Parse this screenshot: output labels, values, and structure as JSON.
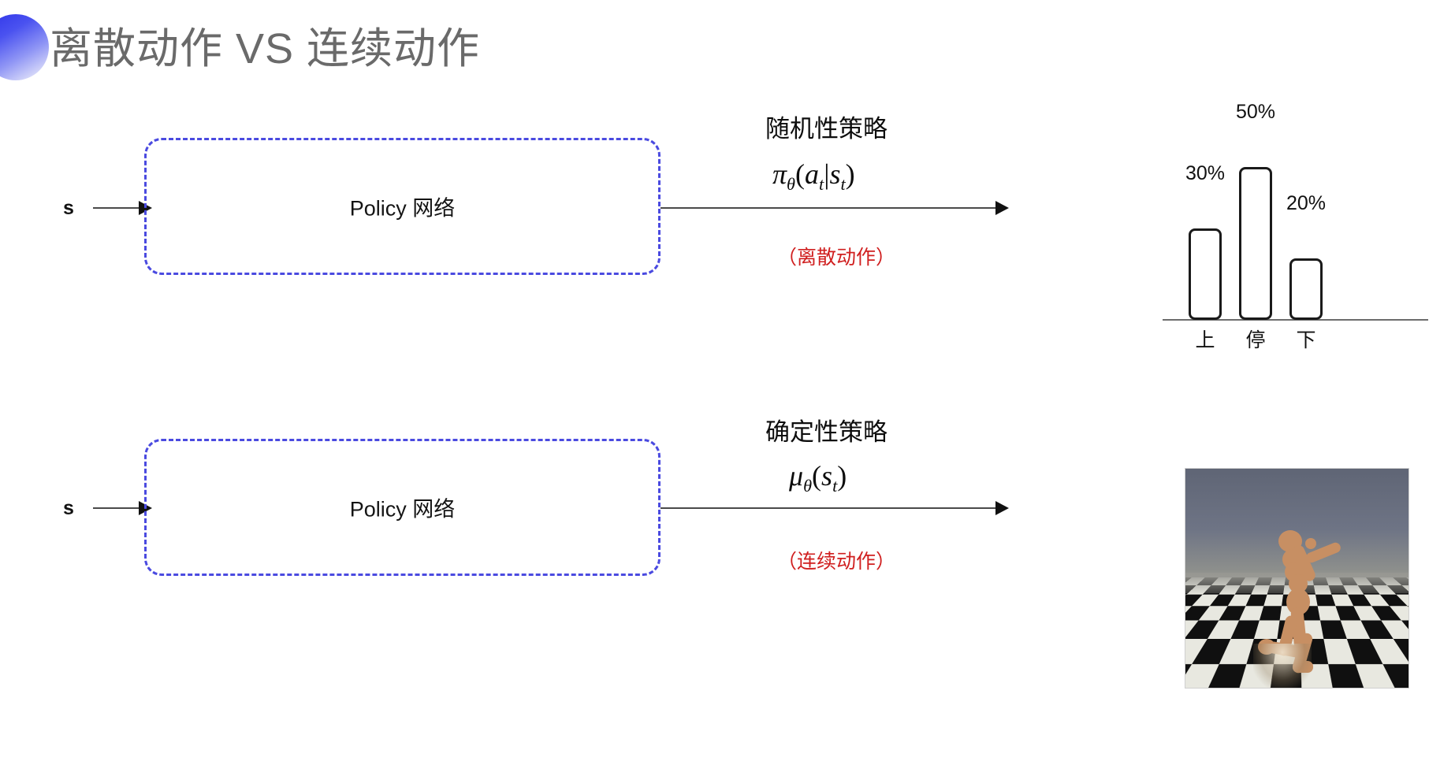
{
  "title": {
    "text": "离散动作 VS 连续动作",
    "decoration_icon": "half-circle-gradient-icon",
    "color": "#6a6a6a"
  },
  "colors": {
    "title_text": "#6a6a6a",
    "accent_blue": "#4a4ae0",
    "decoration_gradient_start": "#2d33e8",
    "decoration_gradient_end": "#ebecfc",
    "red_note": "#d01f1f",
    "arrow": "#4a4a4a",
    "bar_outline": "#1a1a1a"
  },
  "rows": [
    {
      "id": "discrete",
      "state_label": "s",
      "box_label": "Policy 网络",
      "policy_name": "随机性策略",
      "formula": {
        "head": "π",
        "head_sub": "θ",
        "open": "(",
        "arg": "a",
        "arg_sub": "t",
        "bar": "|",
        "cond": "s",
        "cond_sub": "t",
        "close": ")",
        "plain": "πθ(at|st)"
      },
      "note": "（离散动作）",
      "output_type": "bar-chart"
    },
    {
      "id": "continuous",
      "state_label": "s",
      "box_label": "Policy 网络",
      "policy_name": "确定性策略",
      "formula": {
        "head": "μ",
        "head_sub": "θ",
        "open": "(",
        "arg": "s",
        "arg_sub": "t",
        "bar": "",
        "cond": "",
        "cond_sub": "",
        "close": ")",
        "plain": "μθ(st)"
      },
      "note": "（连续动作）",
      "output_type": "humanoid-simulation-image"
    }
  ],
  "chart_data": {
    "type": "bar",
    "title": "",
    "categories": [
      "上",
      "停",
      "下"
    ],
    "values": [
      30,
      50,
      20
    ],
    "value_labels": [
      "30%",
      "50%",
      "20%"
    ],
    "xlabel": "",
    "ylabel": "",
    "ylim": [
      0,
      60
    ],
    "grid": false,
    "legend": "none",
    "bar_style": "white-fill-black-outline-rounded"
  },
  "sim_image": {
    "alt": "MuJoCo humanoid kneeling on checkerboard floor",
    "sky_color": "#6e7485",
    "floor_pattern": "checkerboard",
    "figure_color": "#c78f63"
  }
}
